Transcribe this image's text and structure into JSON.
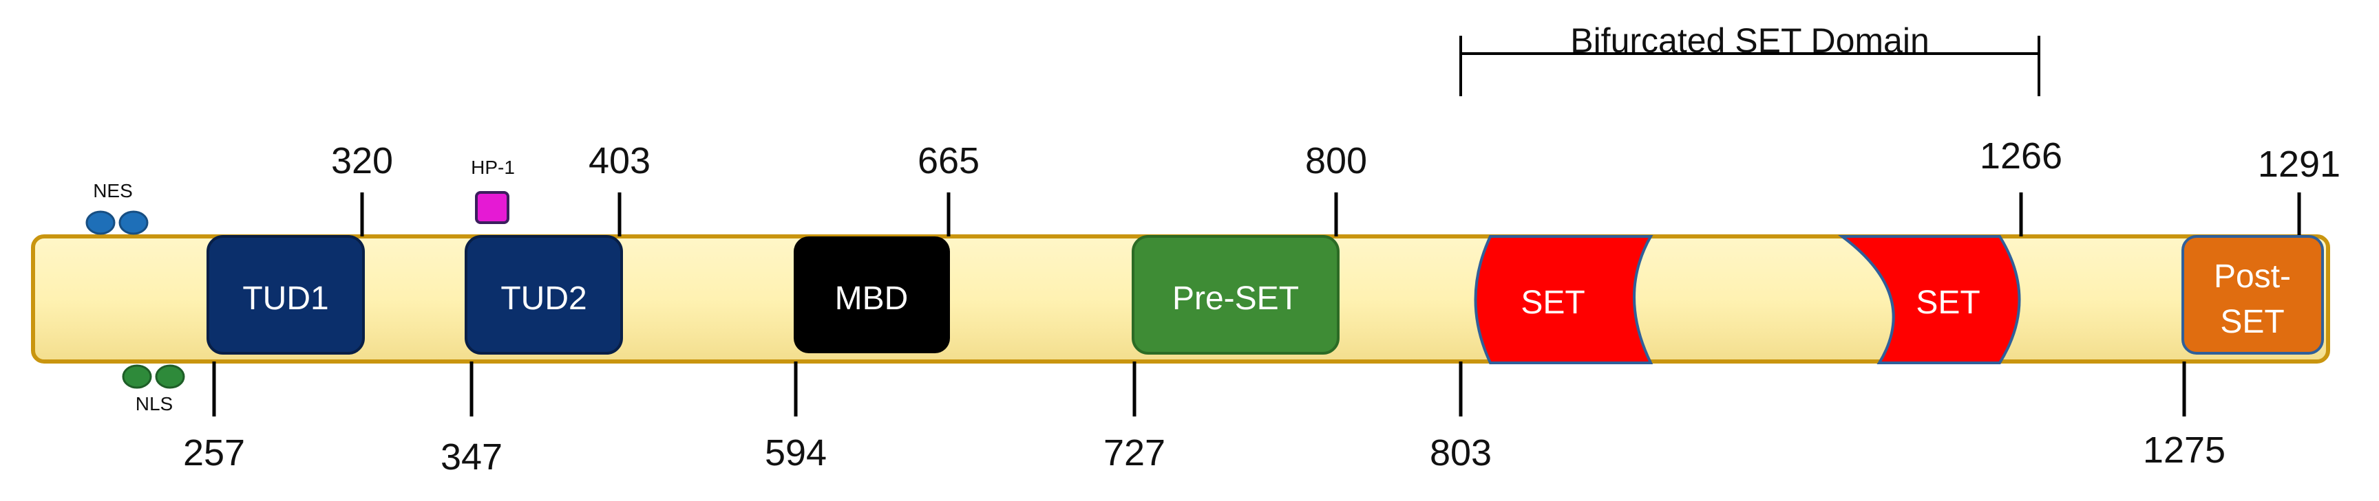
{
  "title": "Bifurcated SET Domain",
  "colors": {
    "backbone": "#FFF2B2",
    "backbone_edge": "#C9950F",
    "tudor": "#0B2F6B",
    "mbd": "#000000",
    "preset": "#3E8C35",
    "set": "#FF0000",
    "postset": "#E06D10",
    "hp1": "#E51AD4",
    "nes": "#1E6FB8",
    "nls": "#2E8A3A"
  },
  "motifs": {
    "nes": "NES",
    "nls": "NLS",
    "hp1": "HP-1"
  },
  "domains": [
    {
      "label": "TUD1",
      "start": 257,
      "end": 320
    },
    {
      "label": "TUD2",
      "start": 347,
      "end": 403
    },
    {
      "label": "MBD",
      "start": 594,
      "end": 665
    },
    {
      "label": "Pre-SET",
      "start": 727,
      "end": 800
    },
    {
      "label": "SET",
      "start": 803,
      "end": null
    },
    {
      "label": "SET",
      "start": null,
      "end": 1266
    },
    {
      "label": "Post-SET",
      "start": 1275,
      "end": 1291
    }
  ],
  "positions_top": [
    "320",
    "403",
    "665",
    "800",
    "1266",
    "1291"
  ],
  "positions_bottom": [
    "257",
    "347",
    "594",
    "727",
    "803",
    "1275"
  ]
}
